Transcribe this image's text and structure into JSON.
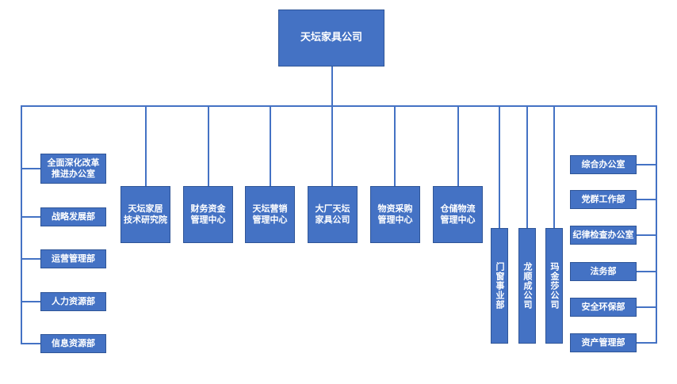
{
  "colors": {
    "box": "#4472c4",
    "line": "#4472c4",
    "text": "#ffffff"
  },
  "root": {
    "label": "天坛家具公司"
  },
  "left": [
    {
      "label": "全面深化改革\n推进办公室"
    },
    {
      "label": "战略发展部"
    },
    {
      "label": "运营管理部"
    },
    {
      "label": "人力资源部"
    },
    {
      "label": "信息资源部"
    }
  ],
  "middle": [
    {
      "label": "天坛家居\n技术研究院"
    },
    {
      "label": "财务资金\n管理中心"
    },
    {
      "label": "天坛营销\n管理中心"
    },
    {
      "label": "大厂天坛\n家具公司"
    },
    {
      "label": "物资采购\n管理中心"
    },
    {
      "label": "仓储物流\n管理中心"
    }
  ],
  "vertical": [
    {
      "label": "门窗事业部"
    },
    {
      "label": "龙顺成公司"
    },
    {
      "label": "玛金莎公司"
    }
  ],
  "right": [
    {
      "label": "综合办公室"
    },
    {
      "label": "党群工作部"
    },
    {
      "label": "纪律检查办公室"
    },
    {
      "label": "法务部"
    },
    {
      "label": "安全环保部"
    },
    {
      "label": "资产管理部"
    }
  ]
}
